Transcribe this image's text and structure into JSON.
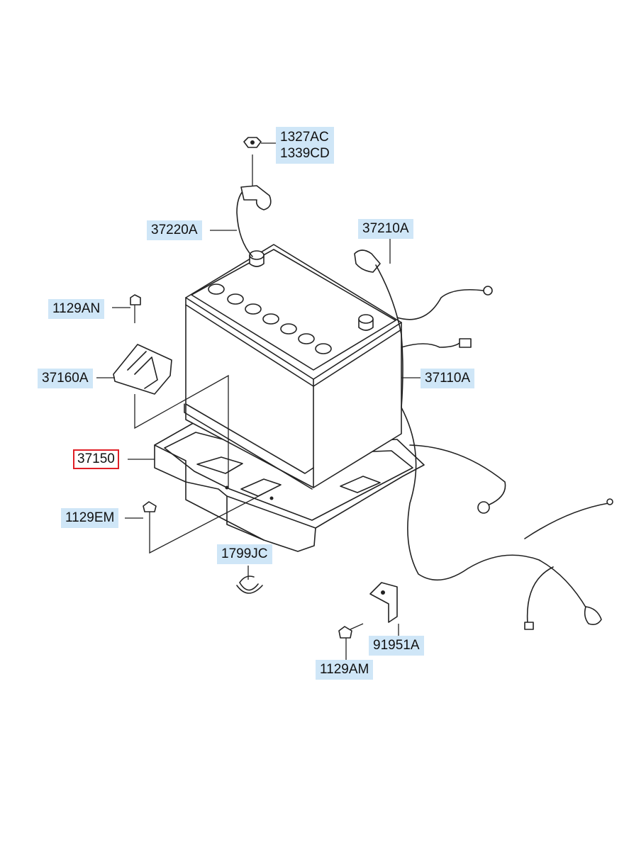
{
  "labels": {
    "p1327ac": "1327AC",
    "p1339cd": "1339CD",
    "p37220a": "37220A",
    "p37210a": "37210A",
    "p1129an": "1129AN",
    "p37160a": "37160A",
    "p37110a": "37110A",
    "p37150": "37150",
    "p1129em": "1129EM",
    "p1799jc": "1799JC",
    "p91951a": "91951A",
    "p1129am": "1129AM"
  },
  "selected_part": "37150",
  "colors": {
    "label_bg": "#cfe6f7",
    "selected_border": "#e01f26",
    "line": "#222222"
  }
}
